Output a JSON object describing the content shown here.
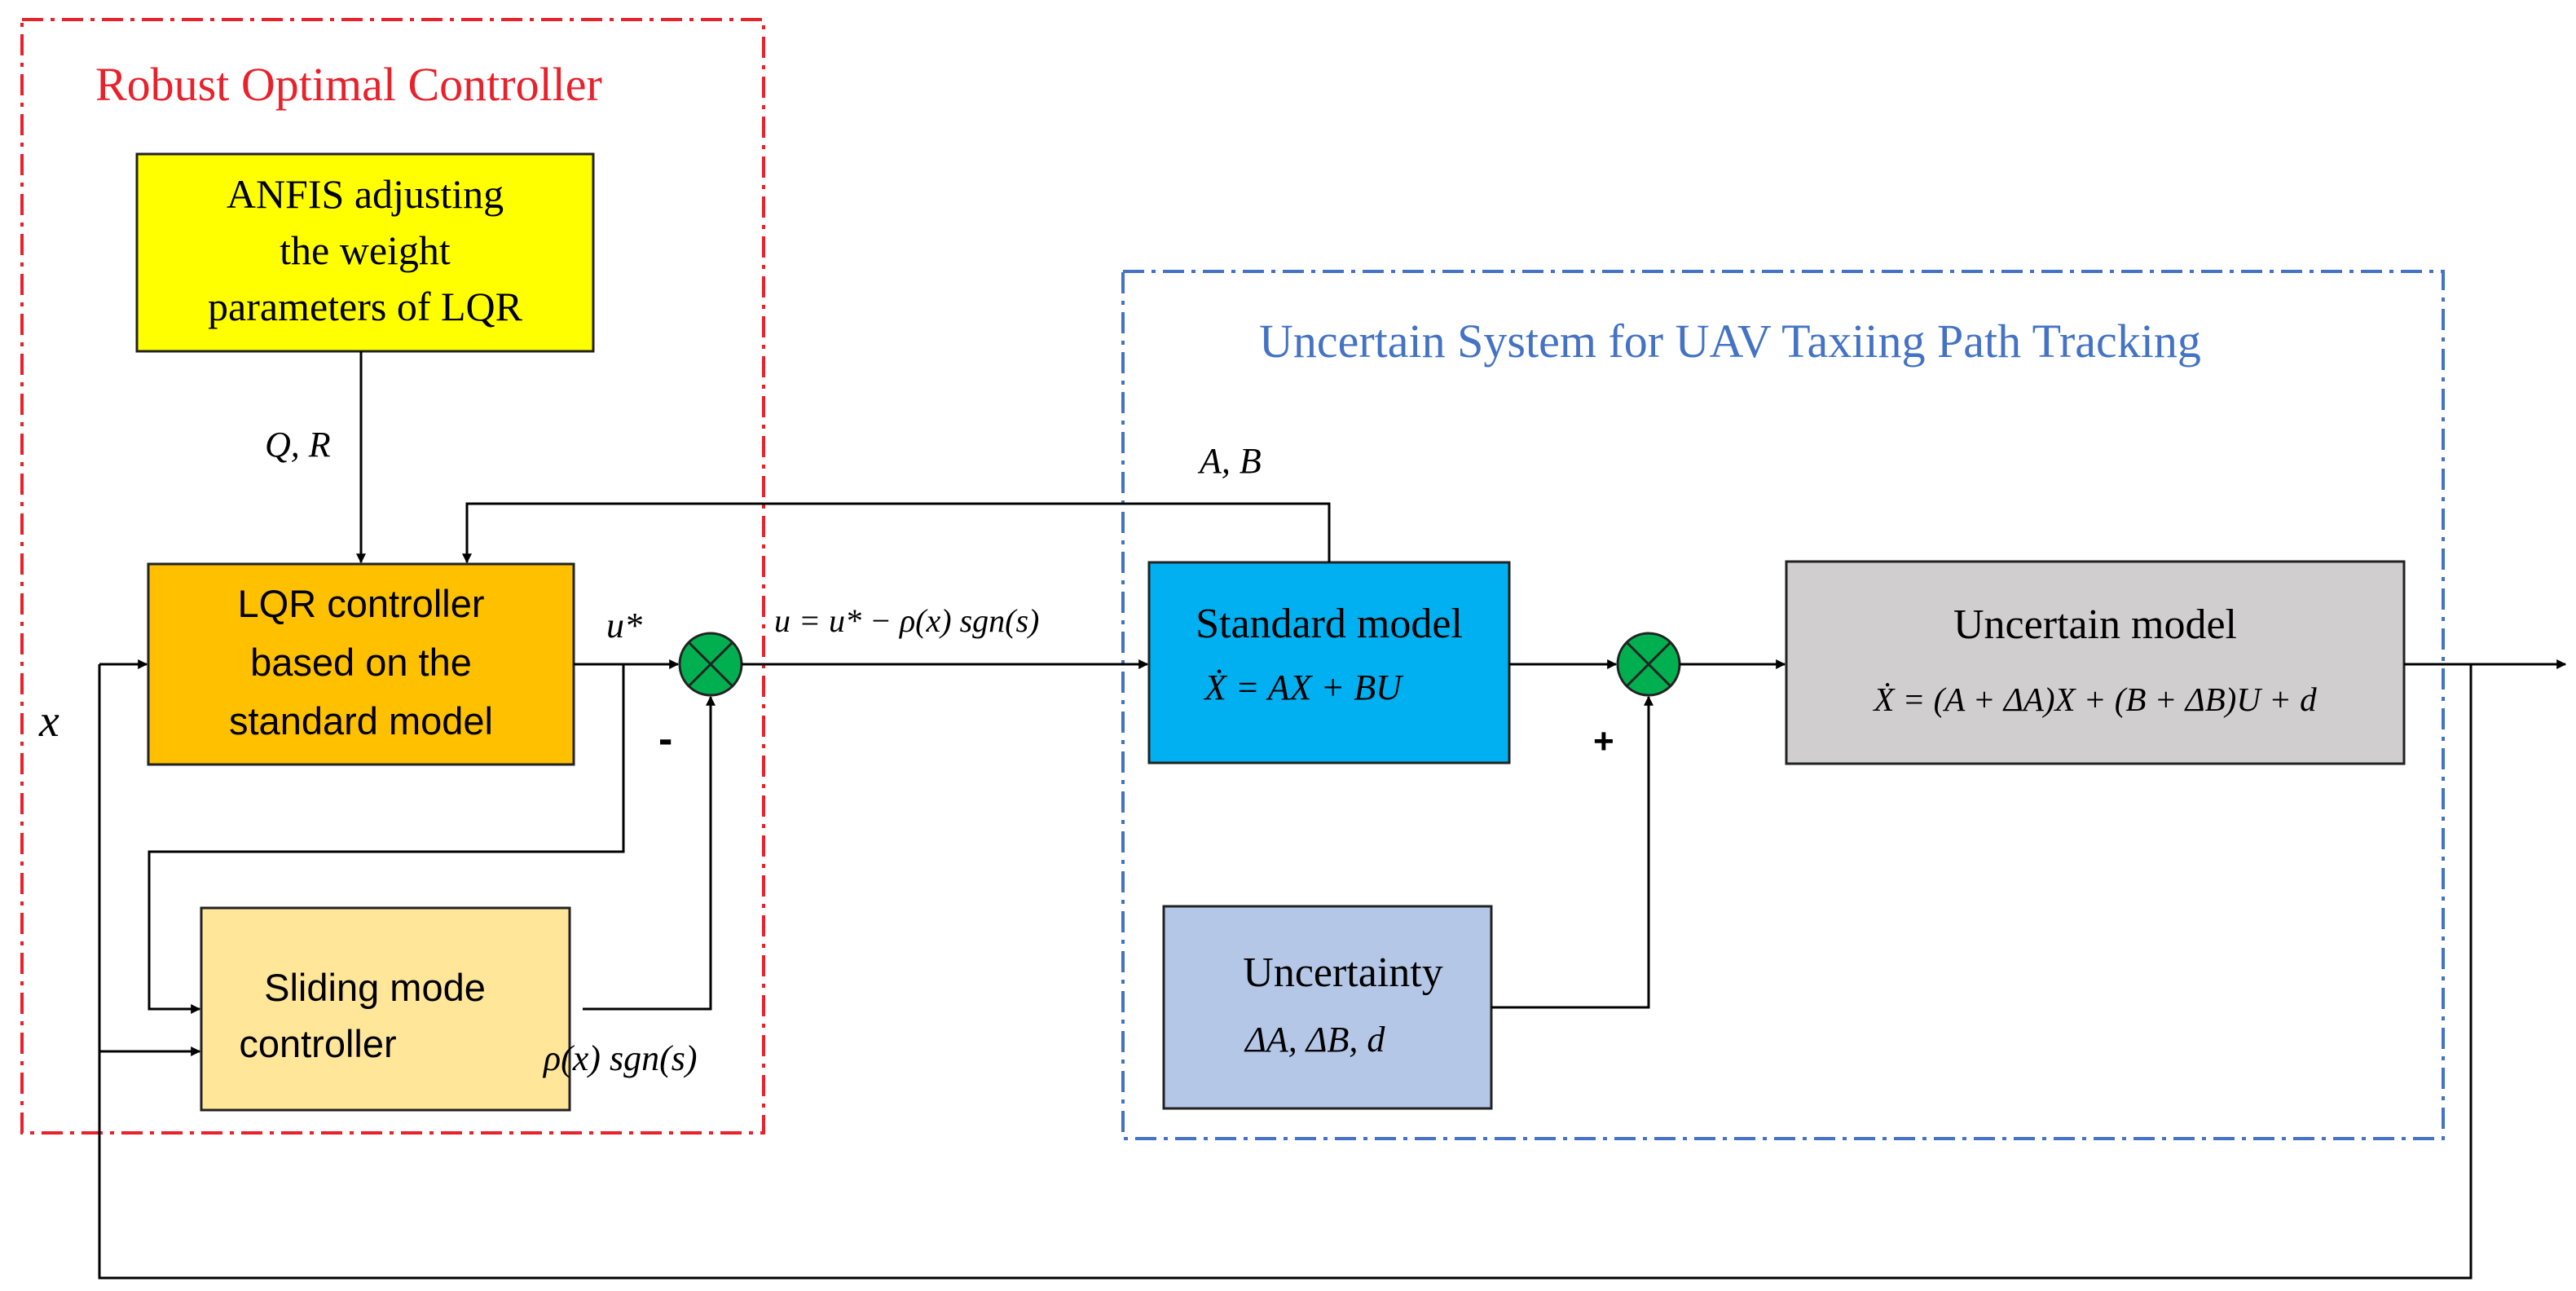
{
  "colors": {
    "controller_border": "#e8212b",
    "controller_title": "#e8212b",
    "system_border": "#4472c4",
    "system_title": "#4472c4",
    "anfis_fill": "#ffff00",
    "lqr_fill": "#ffc000",
    "smc_fill": "#ffe699",
    "standard_fill": "#00b0f0",
    "uncertainty_fill": "#b4c7e7",
    "uncertain_model_fill": "#d0cece",
    "summing_junction_fill": "#00b050",
    "line": "#000000"
  },
  "controller_group": {
    "title": "Robust Optimal Controller"
  },
  "system_group": {
    "title": "Uncertain System for UAV Taxiing Path Tracking"
  },
  "anfis_block": {
    "line1": "ANFIS adjusting",
    "line2": "the weight",
    "line3": "parameters of LQR"
  },
  "lqr_block": {
    "line1": "LQR controller",
    "line2": "based on the",
    "line3": "standard model"
  },
  "smc_block": {
    "line1": "Sliding mode",
    "line2": "controller"
  },
  "standard_block": {
    "title": "Standard model",
    "equation": "Ẋ = AX + BU"
  },
  "uncertainty_block": {
    "title": "Uncertainty",
    "symbols": "ΔA, ΔB, d"
  },
  "uncertain_model_block": {
    "title": "Uncertain model",
    "equation": "Ẋ = (A + ΔA)X + (B + ΔB)U + d"
  },
  "signals": {
    "qr": "Q, R",
    "ab": "A, B",
    "u_star": "u*",
    "control_law": "u = u* − ρ(x) sgn(s)",
    "smc_output": "ρ(x) sgn(s)",
    "state_x": "x",
    "minus_sign": "-",
    "plus_sign": "+"
  }
}
